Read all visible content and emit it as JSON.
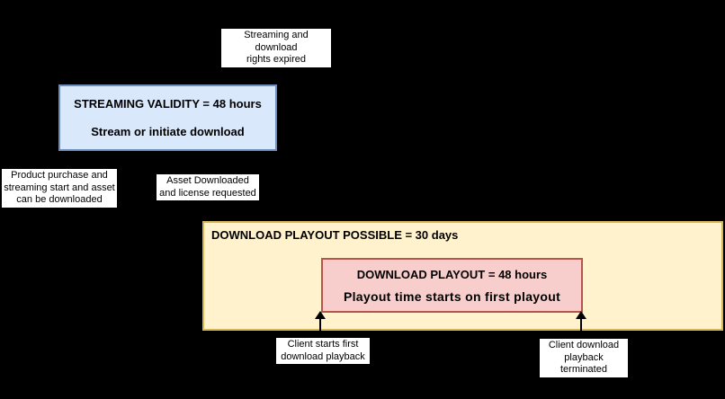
{
  "diagram": {
    "streaming_box": {
      "title": "STREAMING VALIDITY = 48 hours",
      "subtitle": "Stream or initiate download"
    },
    "download_possible_box": {
      "title": "DOWNLOAD PLAYOUT POSSIBLE = 30 days"
    },
    "download_playout_box": {
      "title": "DOWNLOAD PLAYOUT = 48 hours",
      "subtitle": "Playout time starts on first playout"
    },
    "annotations": {
      "rights_expired": "Streaming and download\nrights expired",
      "product_purchase": "Product purchase and\nstreaming start and asset\ncan be downloaded",
      "asset_downloaded": "Asset Downloaded\nand license requested",
      "client_starts": "Client starts first\ndownload playback",
      "client_terminated": "Client download\nplayback terminated"
    },
    "colors": {
      "background": "#000000",
      "annotation_bg": "#ffffff",
      "streaming_fill": "#dae8fc",
      "streaming_border": "#6c8ebf",
      "download_possible_fill": "#fff2cc",
      "download_possible_border": "#d6b656",
      "download_playout_fill": "#f8cecc",
      "download_playout_border": "#b85450",
      "arrow": "#000000",
      "text": "#000000"
    }
  }
}
